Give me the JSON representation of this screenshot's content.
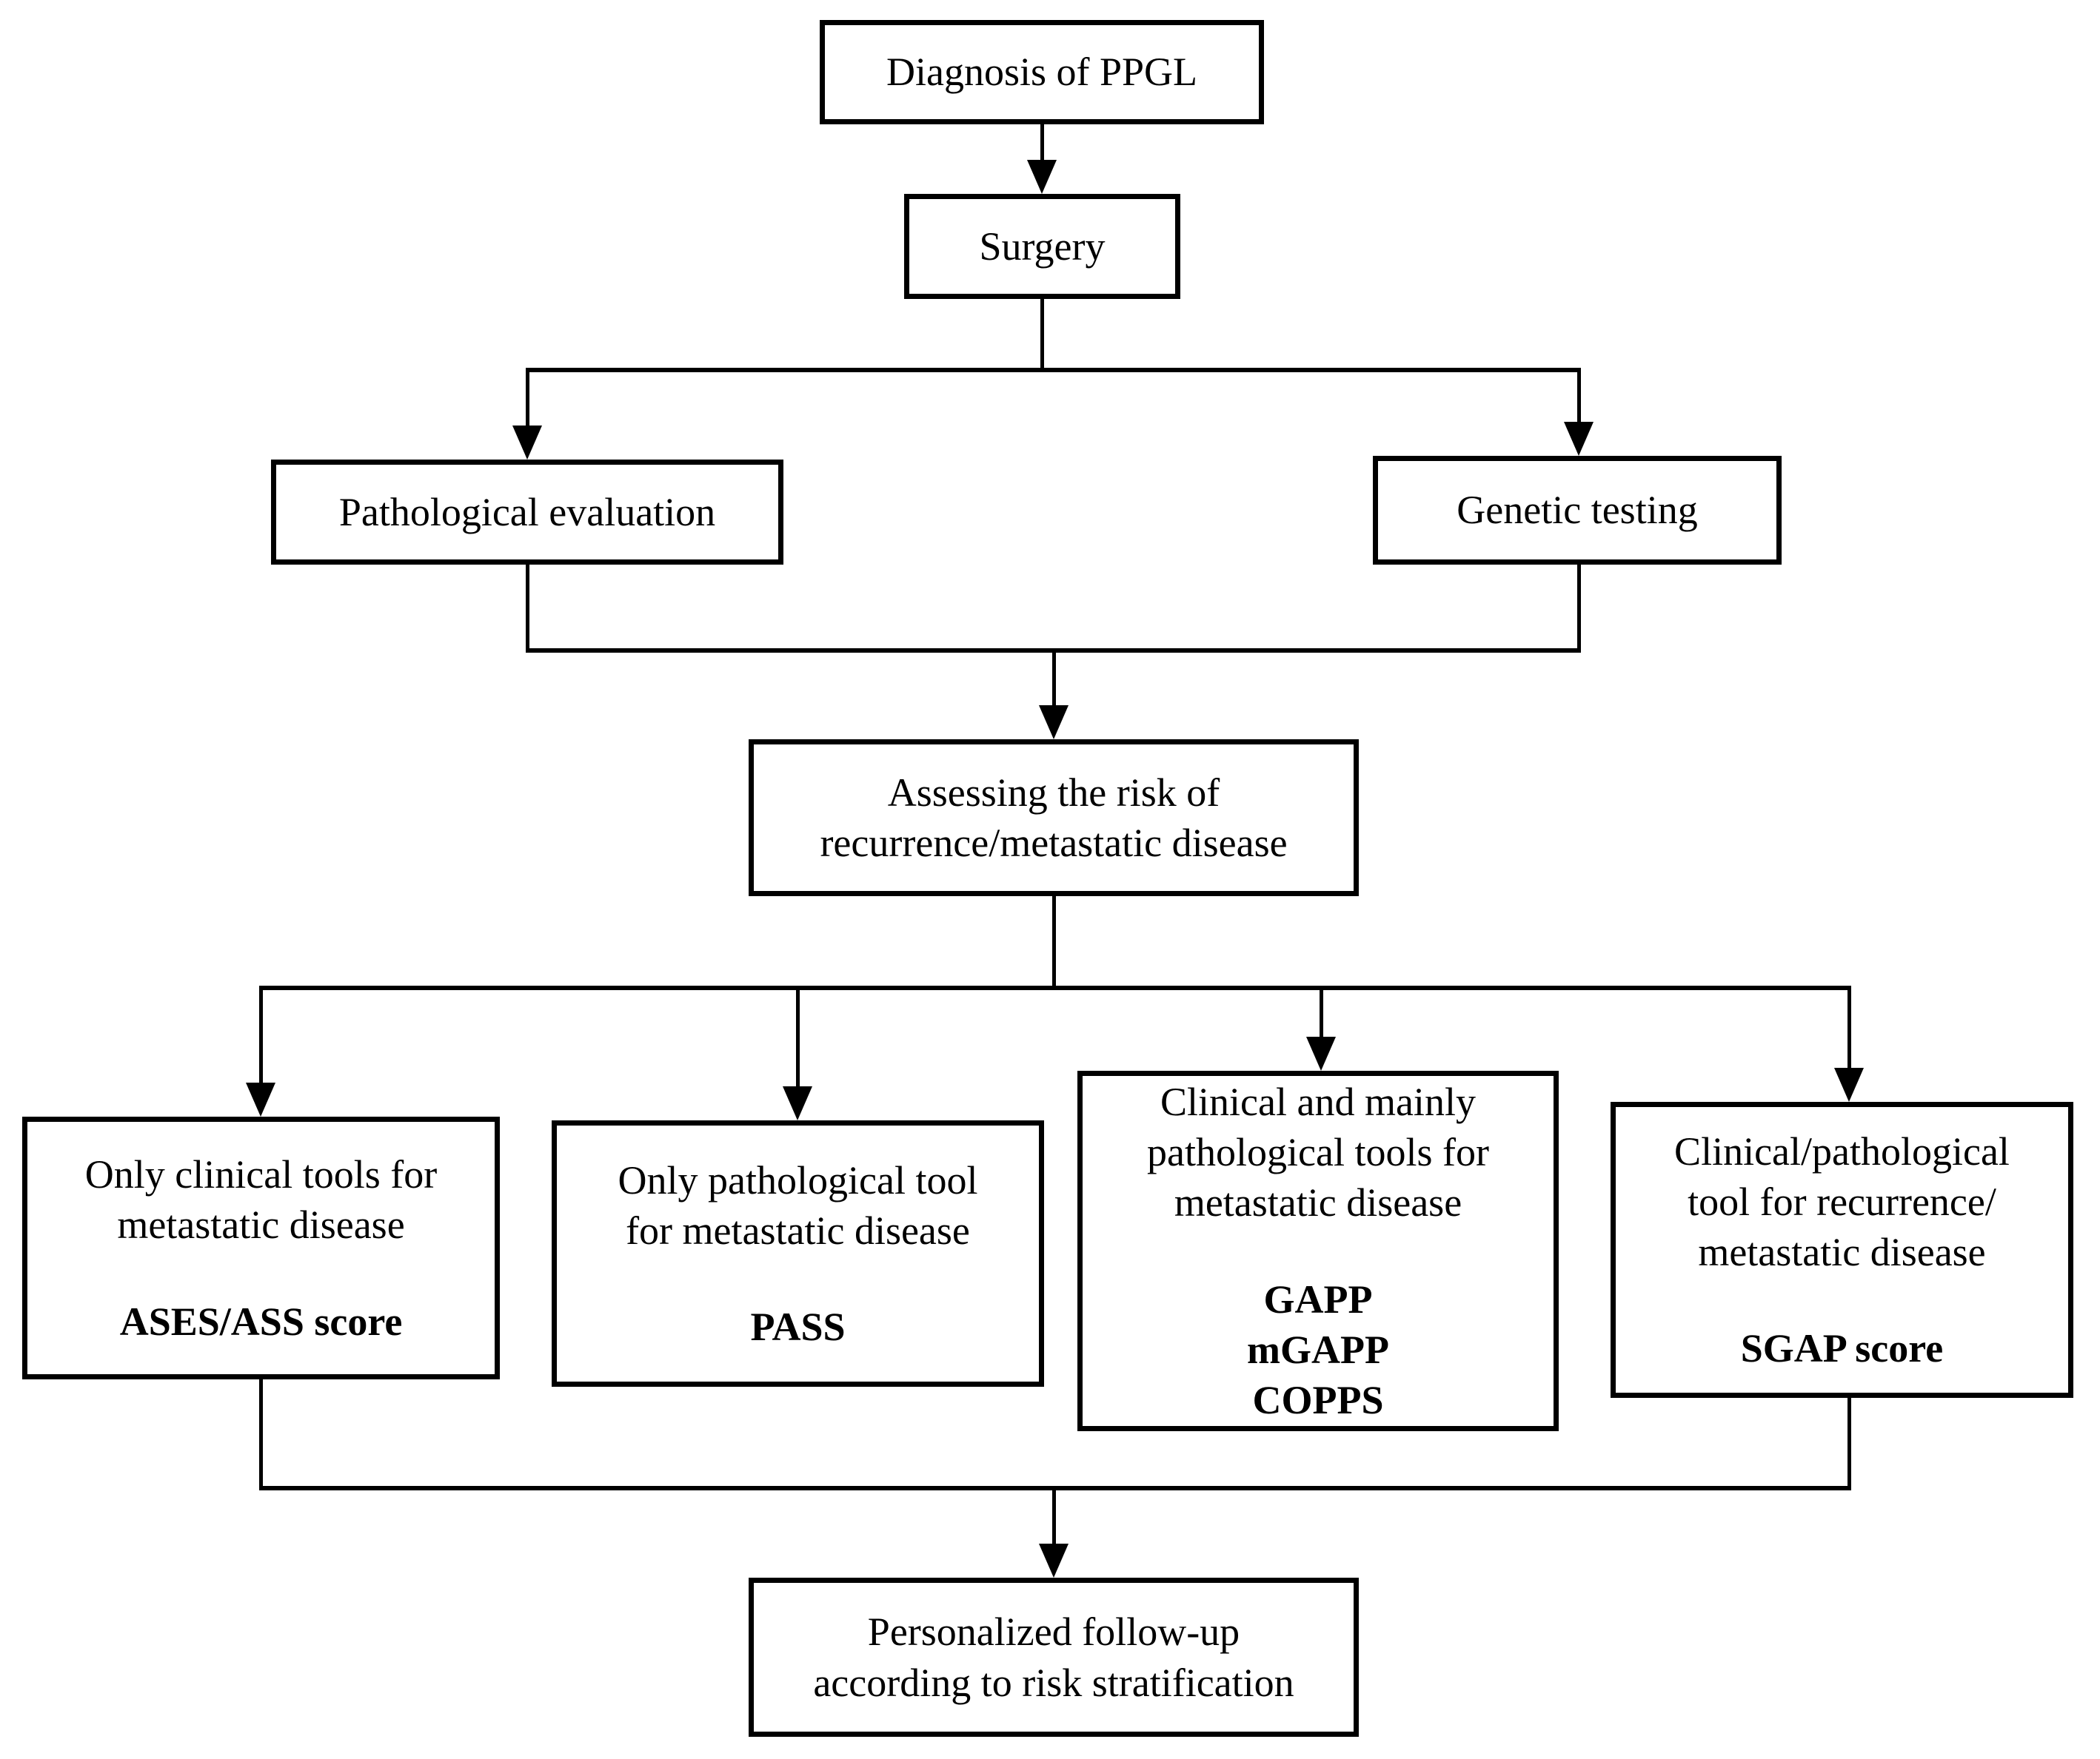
{
  "figure": {
    "type": "flowchart",
    "background_color": "#ffffff",
    "line_color": "#000000",
    "text_color": "#000000"
  },
  "nodes": {
    "diagnosis": {
      "label": "Diagnosis of PPGL"
    },
    "surgery": {
      "label": "Surgery"
    },
    "pathological_evaluation": {
      "label": "Pathological evaluation"
    },
    "genetic_testing": {
      "label": "Genetic testing"
    },
    "risk_assessment": {
      "label": "Assessing the risk of\nrecurrence/metastatic disease"
    },
    "clinical_tools": {
      "description": "Only clinical tools for\nmetastatic disease",
      "tools": "ASES/ASS score"
    },
    "pathological_tool": {
      "description": "Only pathological tool\nfor metastatic disease",
      "tools": "PASS"
    },
    "clinical_pathological_tools": {
      "description": "Clinical and mainly\npathological tools for\nmetastatic disease",
      "tools": "GAPP\nmGAPP\nCOPPS"
    },
    "clinical_pathological_tool": {
      "description": "Clinical/pathological\ntool for recurrence/\nmetastatic disease",
      "tools": "SGAP score"
    },
    "followup": {
      "label": "Personalized follow-up\naccording to risk stratification"
    }
  },
  "edges": [
    {
      "from": "diagnosis",
      "to": "surgery"
    },
    {
      "from": "surgery",
      "to": "pathological_evaluation"
    },
    {
      "from": "surgery",
      "to": "genetic_testing"
    },
    {
      "from": "pathological_evaluation",
      "to": "risk_assessment"
    },
    {
      "from": "genetic_testing",
      "to": "risk_assessment"
    },
    {
      "from": "risk_assessment",
      "to": "clinical_tools"
    },
    {
      "from": "risk_assessment",
      "to": "pathological_tool"
    },
    {
      "from": "risk_assessment",
      "to": "clinical_pathological_tools"
    },
    {
      "from": "risk_assessment",
      "to": "clinical_pathological_tool"
    },
    {
      "from": "clinical_tools",
      "to": "followup"
    },
    {
      "from": "clinical_pathological_tool",
      "to": "followup"
    }
  ]
}
